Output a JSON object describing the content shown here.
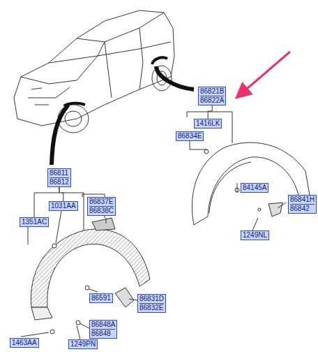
{
  "diagram": {
    "nodes": [
      {
        "text": [
          "86821B",
          "86822A"
        ]
      },
      {
        "text": [
          "1416LK"
        ]
      },
      {
        "text": [
          "86834E"
        ]
      },
      {
        "text": [
          "84145A"
        ]
      },
      {
        "text": [
          "86841H",
          "86842"
        ]
      },
      {
        "text": [
          "1249NL"
        ]
      },
      {
        "text": [
          "86811",
          "86812"
        ]
      },
      {
        "text": [
          "1031AA"
        ]
      },
      {
        "text": [
          "1351AC"
        ]
      },
      {
        "text": [
          "86837E",
          "86838C"
        ]
      },
      {
        "text": [
          "86591"
        ]
      },
      {
        "text": [
          "86831D",
          "86832E"
        ]
      },
      {
        "text": [
          "86848A",
          "86848"
        ]
      },
      {
        "text": [
          "1463AA"
        ]
      },
      {
        "text": [
          "1249PN"
        ]
      }
    ],
    "edges": [
      {
        "from": 0,
        "to": 1,
        "arrow": "none"
      },
      {
        "from": 6,
        "to": 7,
        "arrow": "none"
      },
      {
        "from": 6,
        "to": 8,
        "arrow": "none"
      }
    ]
  }
}
